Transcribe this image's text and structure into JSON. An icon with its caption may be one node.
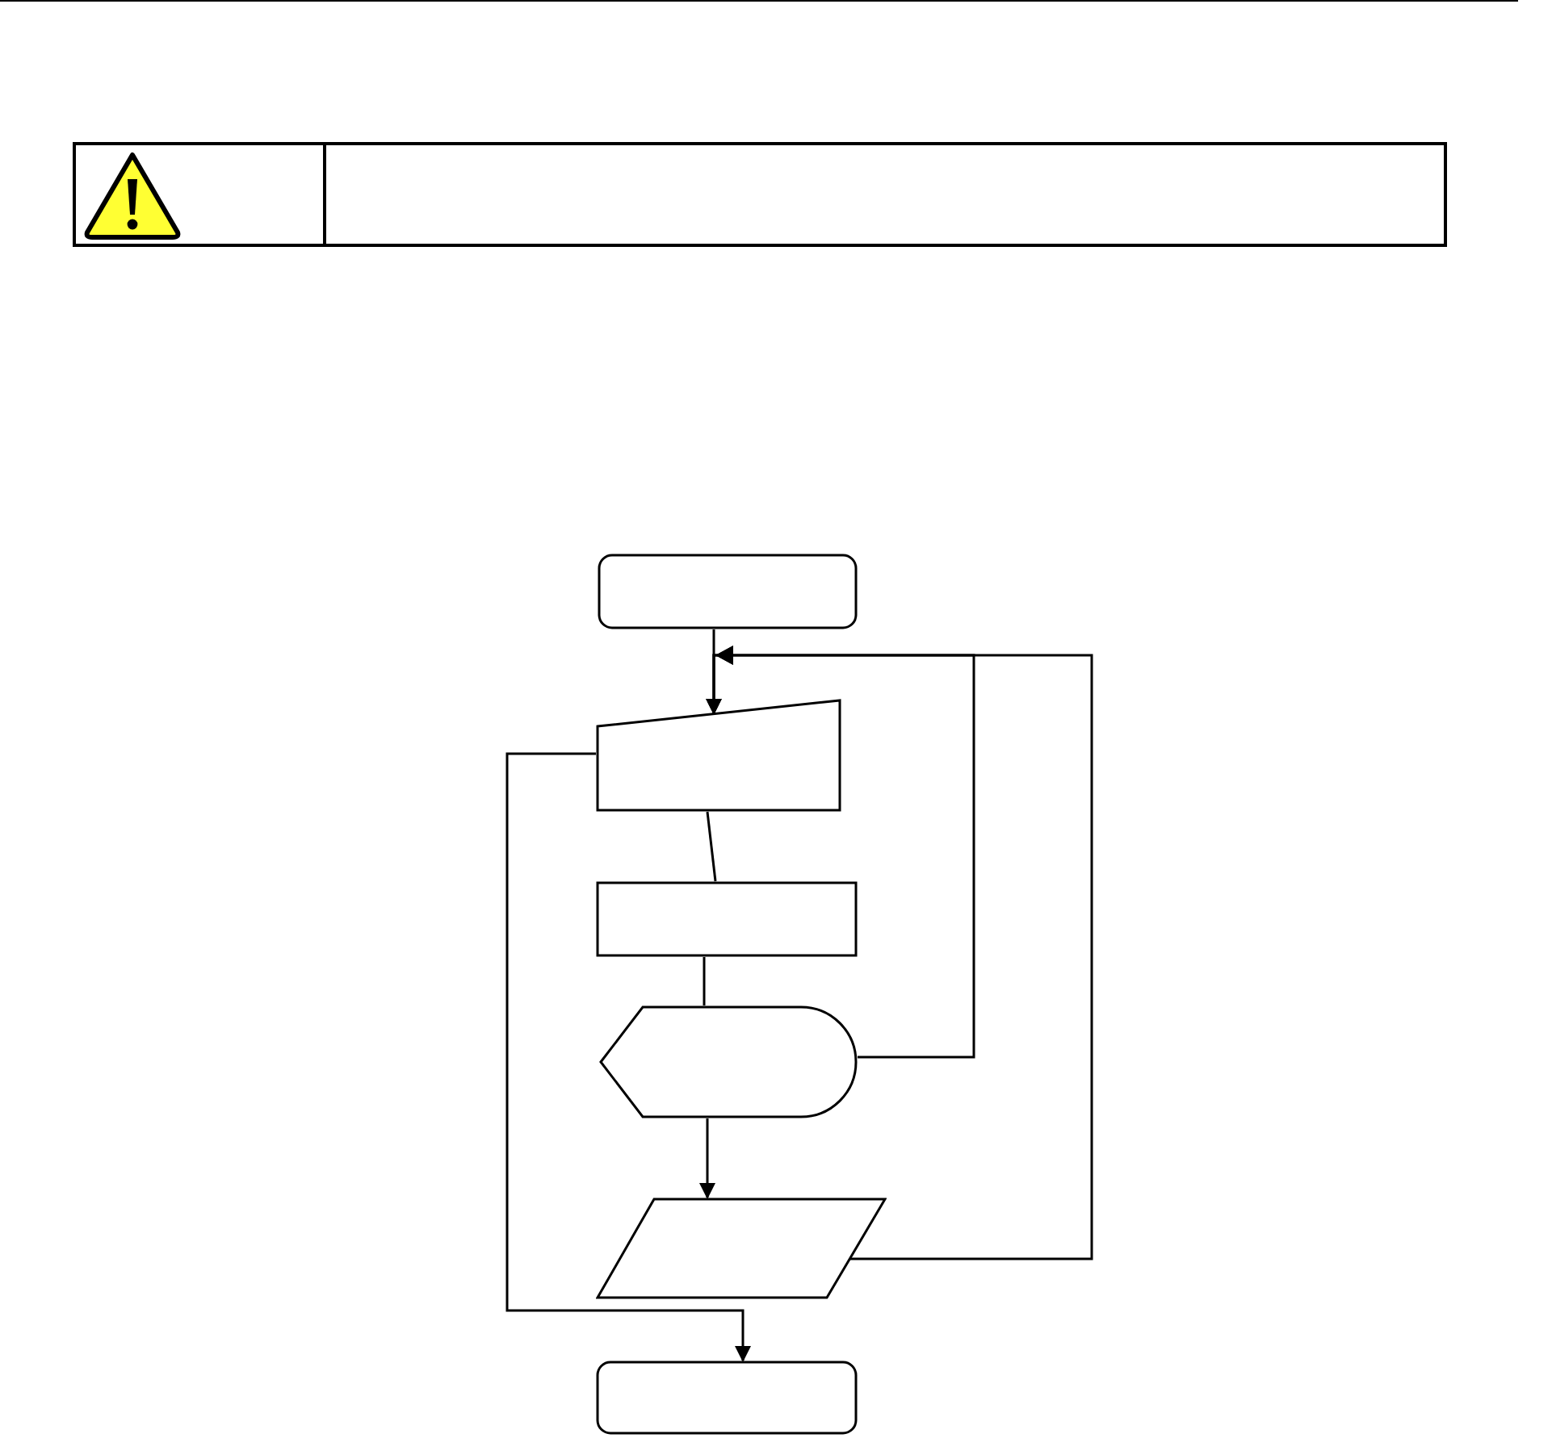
{
  "diagram": {
    "nodes": [
      {
        "text": [],
        "shape": "terminator"
      },
      {
        "text": [],
        "shape": "trapezoid"
      },
      {
        "text": [],
        "shape": "box"
      },
      {
        "text": [],
        "shape": "display"
      },
      {
        "text": [],
        "shape": "parallelogram"
      },
      {
        "text": [],
        "shape": "terminator"
      }
    ],
    "edges": [
      {
        "from": 0,
        "to": 1,
        "arrow": "to"
      },
      {
        "from": 1,
        "to": 2,
        "arrow": "none"
      },
      {
        "from": 2,
        "to": 3,
        "arrow": "none"
      },
      {
        "from": 3,
        "to": 4,
        "arrow": "to"
      },
      {
        "from": 3,
        "to": 1,
        "arrow": "to"
      },
      {
        "from": 4,
        "to": 1,
        "arrow": "to"
      },
      {
        "from": 1,
        "to": 5,
        "arrow": "to"
      }
    ]
  }
}
